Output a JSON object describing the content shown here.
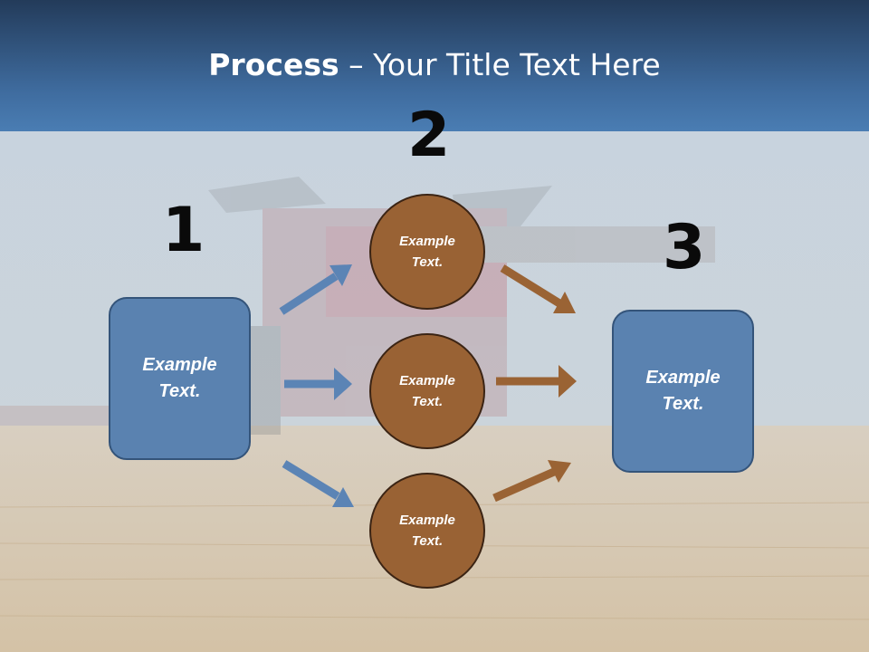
{
  "slide": {
    "title_bold": "Process",
    "title_rest": " – Your Title Text Here",
    "numbers": [
      "1",
      "2",
      "3"
    ],
    "left_box": {
      "line1": "Example",
      "line2": "Text."
    },
    "right_box": {
      "line1": "Example",
      "line2": "Text."
    },
    "circles": [
      {
        "line1": "Example",
        "line2": "Text."
      },
      {
        "line1": "Example",
        "line2": "Text."
      },
      {
        "line1": "Example",
        "line2": "Text."
      }
    ],
    "colors": {
      "header": "#3f6c9f",
      "box_fill": "#5a82b0",
      "circle_fill": "#996234",
      "blue_arrow": "#5b84b5",
      "brown_arrow": "#9a6334"
    },
    "background_image": "harvest-field-combine"
  }
}
